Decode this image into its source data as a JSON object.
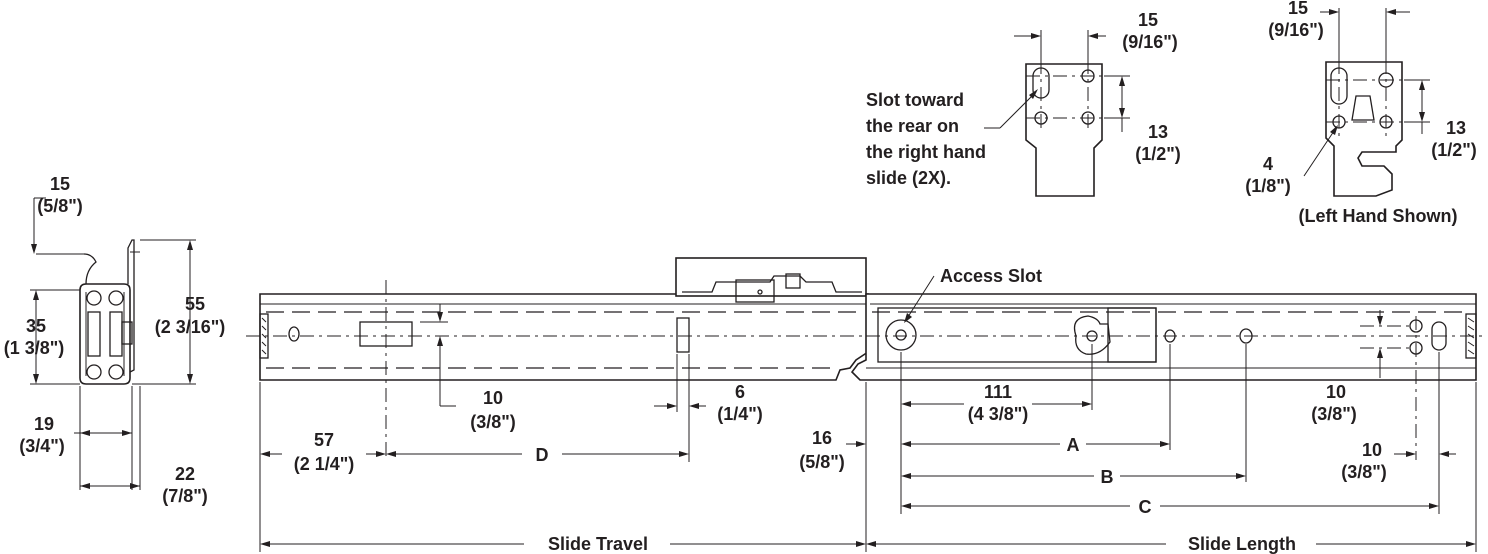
{
  "labels": {
    "side_top": "15",
    "side_top_in": "(5/8\")",
    "side_h": "55",
    "side_h_in": "(2 3/16\")",
    "side_35": "35",
    "side_35_in": "(1 3/8\")",
    "side_19": "19",
    "side_19_in": "(3/4\")",
    "side_22": "22",
    "side_22_in": "(7/8\")",
    "front_15": "15",
    "front_15_in": "(9/16\")",
    "front_13": "13",
    "front_13_in": "(1/2\")",
    "slot_note_1": "Slot toward",
    "slot_note_2": "the rear on",
    "slot_note_3": "the right hand",
    "slot_note_4": "slide (2X).",
    "rear_15": "15",
    "rear_15_in": "(9/16\")",
    "rear_13": "13",
    "rear_13_in": "(1/2\")",
    "rear_4": "4",
    "rear_4_in": "(1/8\")",
    "left_hand": "(Left Hand Shown)",
    "access_slot": "Access Slot",
    "d_10": "10",
    "d_10_in": "(3/8\")",
    "d_6": "6",
    "d_6_in": "(1/4\")",
    "d_57": "57",
    "d_57_in": "(2 1/4\")",
    "d_D": "D",
    "d_16": "16",
    "d_16_in": "(5/8\")",
    "d_111": "111",
    "d_111_in": "(4 3/8\")",
    "d_A": "A",
    "d_B": "B",
    "d_C": "C",
    "d_r10a": "10",
    "d_r10a_in": "(3/8\")",
    "d_r10b": "10",
    "d_r10b_in": "(3/8\")",
    "slide_travel": "Slide Travel",
    "slide_length": "Slide Length"
  }
}
